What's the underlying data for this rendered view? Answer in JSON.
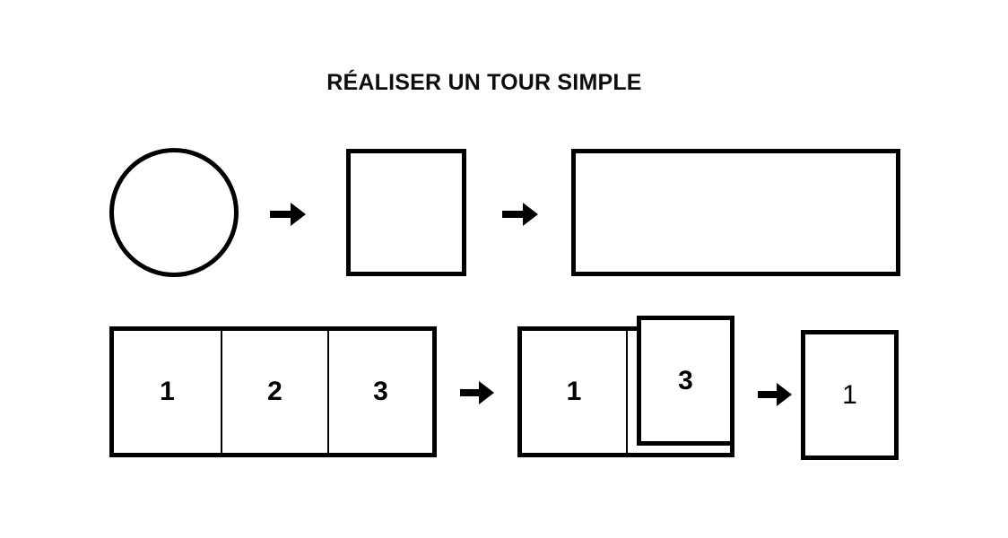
{
  "page": {
    "title": "RÉALISER UN TOUR SIMPLE",
    "background_color": "#ffffff",
    "stroke_color": "#000000"
  },
  "arrows": {
    "glyph": "right-arrow",
    "label": "→"
  },
  "row_shapes": {
    "name": "shape-sequence",
    "items": [
      {
        "shape": "circle",
        "label": ""
      },
      {
        "shape": "arrow",
        "label": "→"
      },
      {
        "shape": "square",
        "label": ""
      },
      {
        "shape": "arrow",
        "label": "→"
      },
      {
        "shape": "rectangle",
        "label": ""
      }
    ]
  },
  "row_cards": {
    "name": "card-sequence",
    "strip": {
      "cells": [
        {
          "label": "1"
        },
        {
          "label": "2"
        },
        {
          "label": "3"
        }
      ]
    },
    "arrow_1": {
      "label": "→"
    },
    "partial": {
      "base_cell": {
        "label": "1"
      },
      "lifted_card": {
        "label": "3"
      }
    },
    "arrow_2": {
      "label": "→"
    },
    "final_card": {
      "label": "1"
    }
  }
}
